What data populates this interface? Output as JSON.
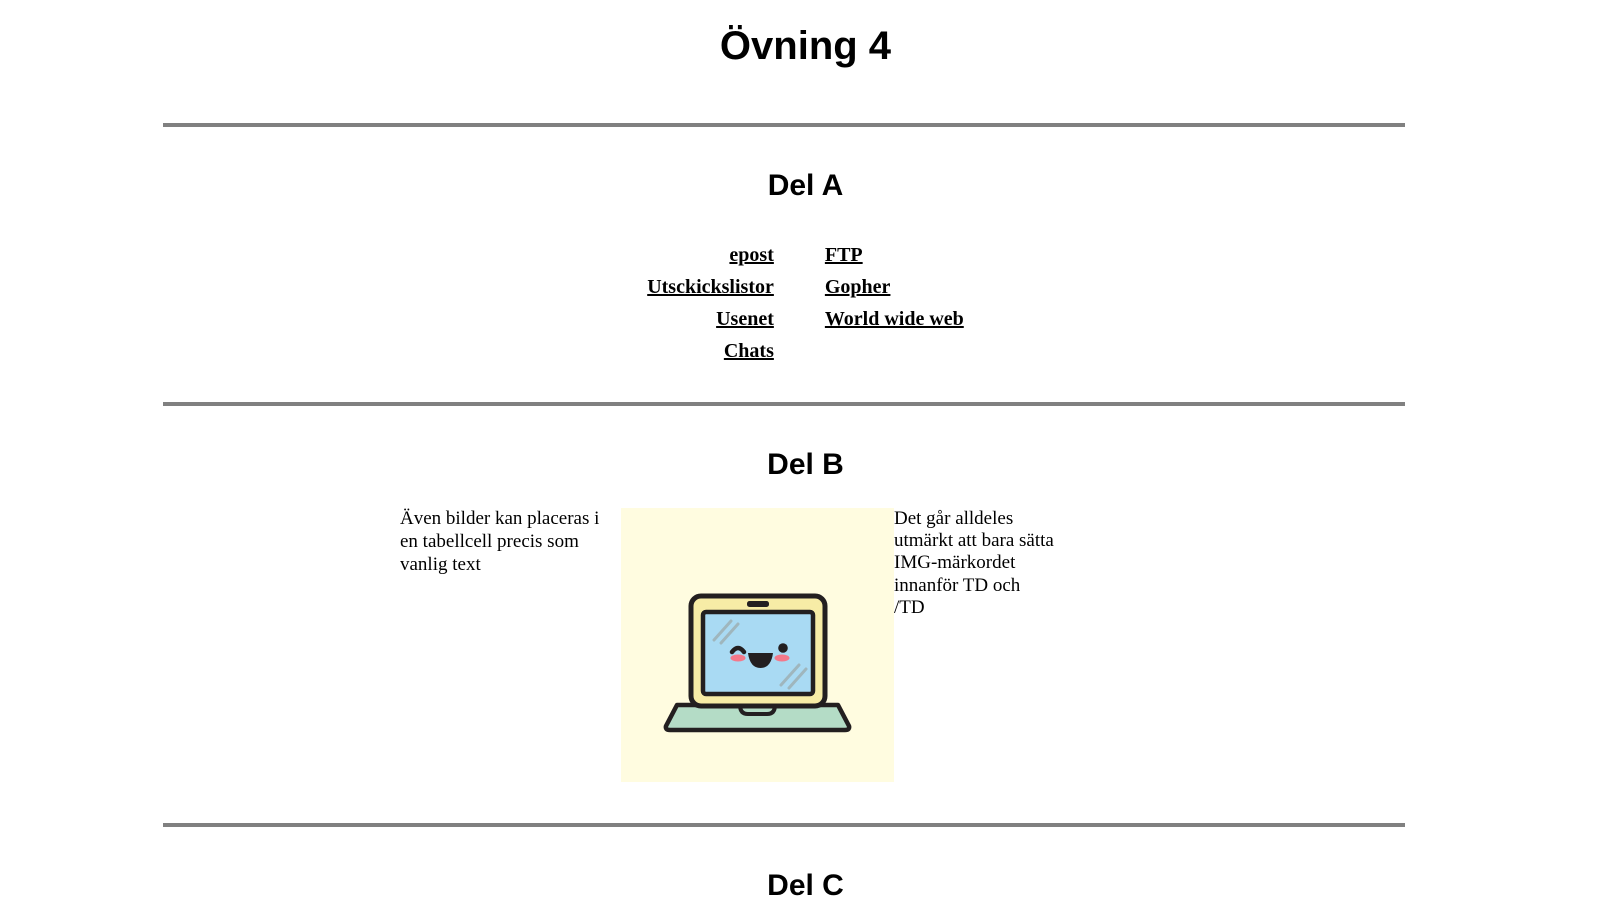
{
  "document": {
    "title": "Övning 4",
    "background_color": "#ffffff",
    "rule_color": "#808080"
  },
  "sections": [
    {
      "id": "del-a",
      "heading": "Del A",
      "link_columns": {
        "left": [
          {
            "label": "epost",
            "name": "link-epost"
          },
          {
            "label": "Utsckickslistor",
            "name": "link-utsckickslistor"
          },
          {
            "label": "Usenet",
            "name": "link-usenet"
          },
          {
            "label": "Chats",
            "name": "link-chats"
          }
        ],
        "right": [
          {
            "label": "FTP",
            "name": "link-ftp"
          },
          {
            "label": "Gopher",
            "name": "link-gopher"
          },
          {
            "label": "World wide web",
            "name": "link-world-wide-web"
          }
        ]
      }
    },
    {
      "id": "del-b",
      "heading": "Del B",
      "left_text": "Även bilder kan placeras i en tabellcell precis som vanlig text",
      "right_text_lines": [
        "Det går alldeles",
        "utmärkt att bara sätta",
        "IMG-märkordet",
        "innanför TD och",
        "/TD"
      ],
      "image": {
        "name": "kawaii-laptop-image",
        "alt": "Smiling laptop illustration",
        "background_color": "#fffce0",
        "screen_color": "#a9daf3",
        "bezel_color": "#f7eca6",
        "base_color": "#b4dcc6",
        "outline_color": "#231f20",
        "blush_color": "#f4788a"
      }
    },
    {
      "id": "del-c",
      "heading": "Del C"
    }
  ],
  "links": {
    "l0": "epost",
    "l1": "Utsckickslistor",
    "l2": "Usenet",
    "l3": "Chats",
    "r0": "FTP",
    "r1": "Gopher",
    "r2": "World wide web"
  },
  "del_b_right": {
    "line0": "Det går alldeles",
    "line1": "utmärkt att bara sätta",
    "line2": "IMG-märkordet",
    "line3": "innanför TD och",
    "line4": "/TD"
  }
}
